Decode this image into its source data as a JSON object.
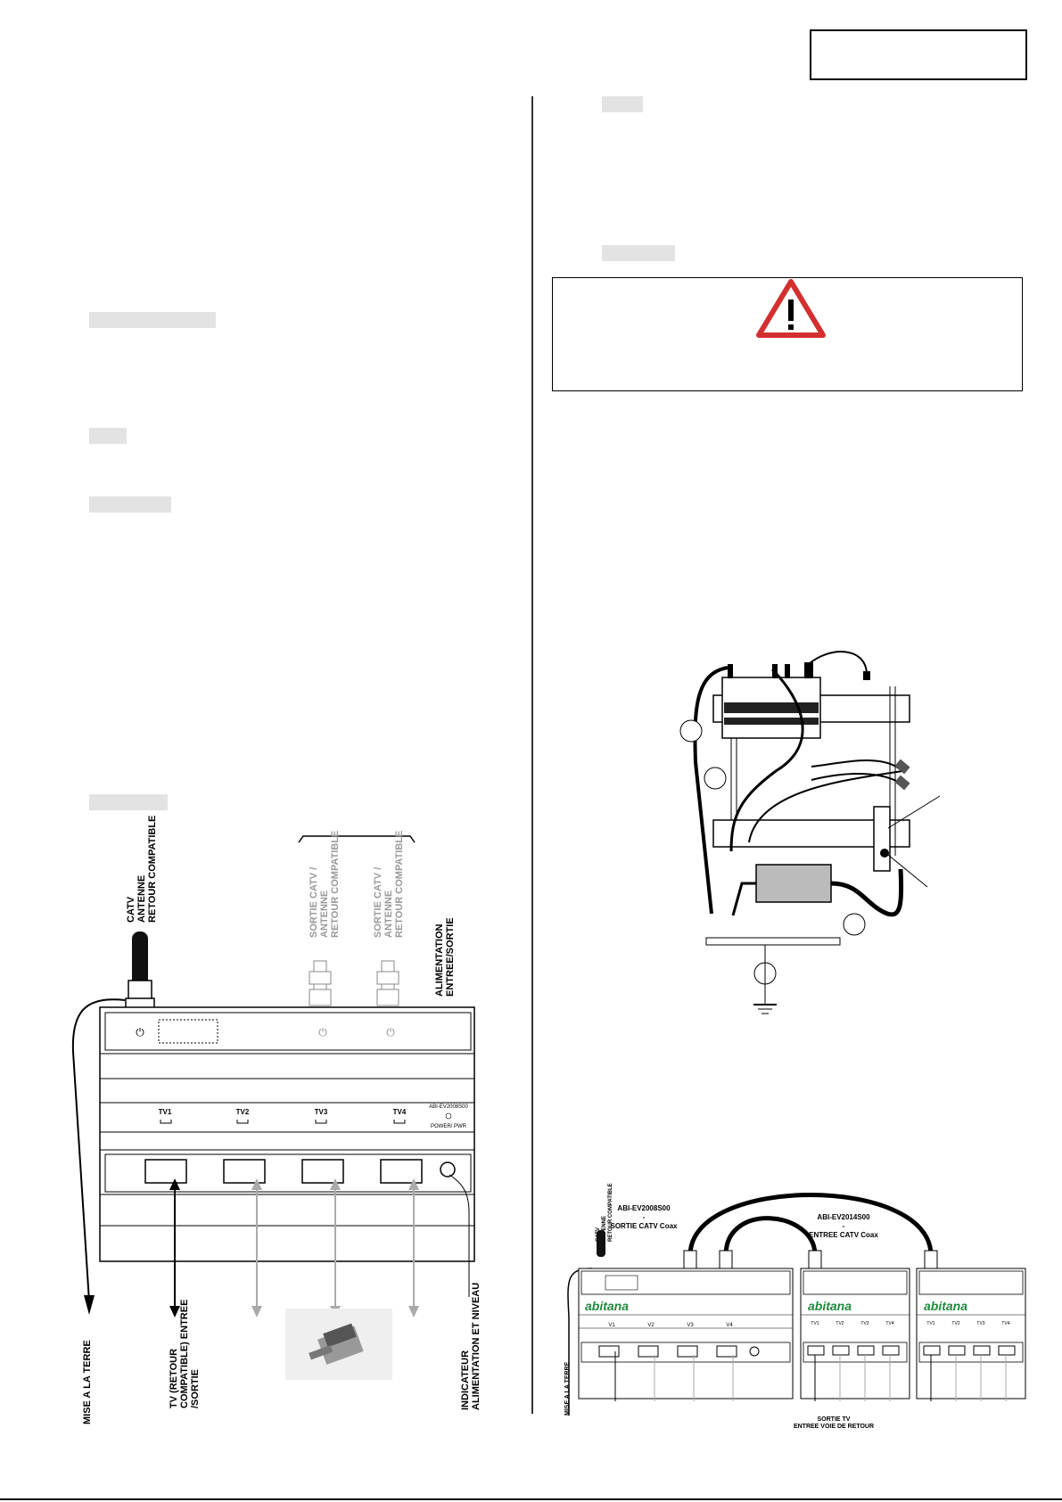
{
  "device_diagram": {
    "labels": {
      "catv_in": [
        "CATV",
        "ANTENNE",
        "RETOUR COMPATIBLE"
      ],
      "catv_out_1": [
        "SORTIE CATV /",
        "ANTENNE",
        "RETOUR COMPATIBLE"
      ],
      "catv_out_2": [
        "SORTIE CATV /",
        "ANTENNE",
        "RETOUR COMPATIBLE"
      ],
      "power": [
        "ALIMENTATION",
        "ENTREE/SORTIE"
      ],
      "ground": "MISE A LA TERRE",
      "tv_port": [
        "TV (RETOUR",
        "COMPATIBLE) ENTREE",
        "/SORTIE"
      ],
      "indicator": [
        "INDICATEUR",
        "ALIMENTATION ET NIVEAU"
      ]
    },
    "ports": [
      "TV1",
      "TV2",
      "TV3",
      "TV4"
    ],
    "model": "ABI-EV2008S00",
    "power_label": "POWER/ PWR"
  },
  "cascade_diagram": {
    "label_left": [
      "ABI-EV2008S00",
      "-",
      "SORTIE CATV Coax"
    ],
    "label_right": [
      "ABI-EV2014S00",
      "-",
      "ENTREE CATV Coax"
    ],
    "brand": "abitana",
    "ground": "MISE A LA TERRE",
    "bottom": [
      "SORTIE TV",
      "ENTREE VOIE DE RETOUR"
    ],
    "left_module_catv": [
      "CATV",
      "ANTENNE",
      "RETOUR COMPATIBLE"
    ],
    "ports_left": [
      "V1",
      "V2",
      "V3",
      "V4"
    ],
    "ports_right": [
      "TV1",
      "TV2",
      "TV3",
      "TV4"
    ]
  },
  "colors": {
    "warning_red": "#d32f2f",
    "heading_grey": "#e3e3e3",
    "label_grey": "#9a9a9a",
    "brand_green": "#1f8a3c"
  }
}
